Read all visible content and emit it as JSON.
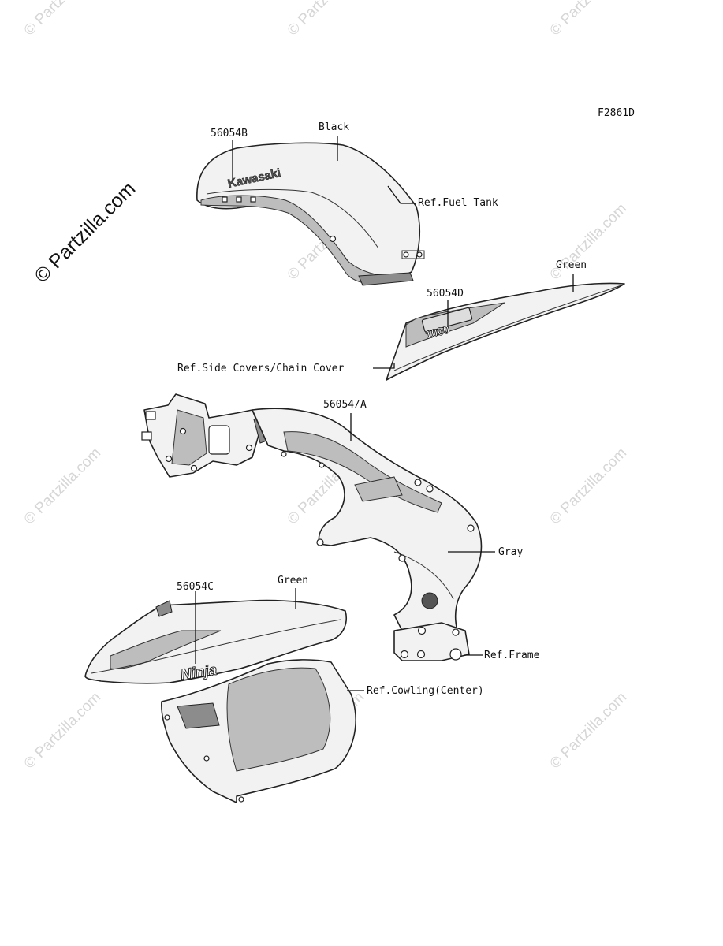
{
  "figure_code": "F2861D",
  "watermarks": {
    "main": "© Partzilla.com",
    "tile": "© Partzilla.com"
  },
  "callouts": {
    "tank_part": "56054B",
    "tank_color": "Black",
    "tank_ref": "Ref.Fuel Tank",
    "side_part": "56054D",
    "side_color": "Green",
    "side_ref": "Ref.Side Covers/Chain Cover",
    "frame_part": "56054/A",
    "frame_color": "Gray",
    "frame_ref": "Ref.Frame",
    "cowl_part": "56054C",
    "cowl_color": "Green",
    "cowl_ref": "Ref.Cowling(Center)"
  },
  "decals": {
    "tank_logo": "Kawasaki",
    "side_logo": "1000",
    "cowl_logo": "Ninja"
  }
}
